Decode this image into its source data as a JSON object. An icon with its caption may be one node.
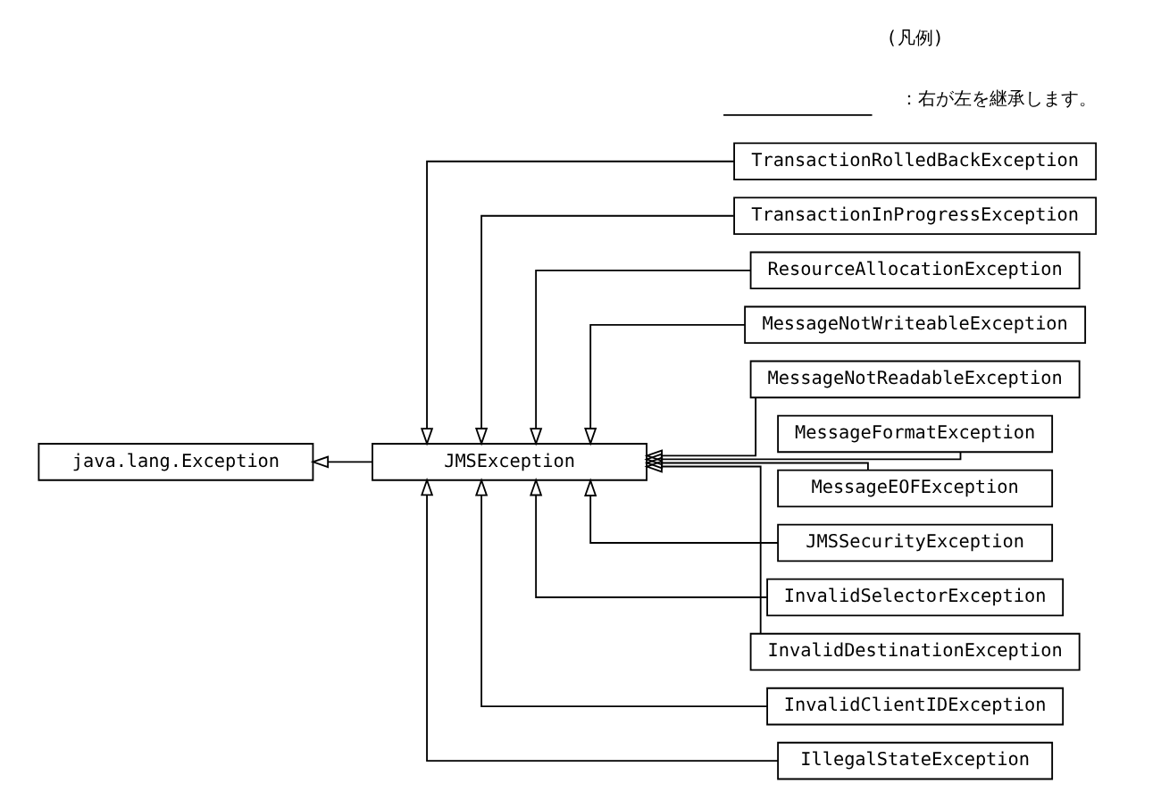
{
  "diagram": {
    "nodes": [
      {
        "text": [
          "java.lang.Exception"
        ]
      },
      {
        "text": [
          "JMSException"
        ]
      },
      {
        "text": [
          "IllegalStateException"
        ]
      },
      {
        "text": [
          "InvalidClientIDException"
        ]
      },
      {
        "text": [
          "InvalidDestinationException"
        ]
      },
      {
        "text": [
          "InvalidSelectorException"
        ]
      },
      {
        "text": [
          "JMSSecurityException"
        ]
      },
      {
        "text": [
          "MessageEOFException"
        ]
      },
      {
        "text": [
          "MessageFormatException"
        ]
      },
      {
        "text": [
          "MessageNotReadableException"
        ]
      },
      {
        "text": [
          "MessageNotWriteableException"
        ]
      },
      {
        "text": [
          "ResourceAllocationException"
        ]
      },
      {
        "text": [
          "TransactionInProgressException"
        ]
      },
      {
        "text": [
          "TransactionRolledBackException"
        ]
      }
    ],
    "edges": [
      {
        "from": 1,
        "to": 0,
        "arrow": "to"
      },
      {
        "from": 2,
        "to": 1,
        "arrow": "to"
      },
      {
        "from": 3,
        "to": 1,
        "arrow": "to"
      },
      {
        "from": 4,
        "to": 1,
        "arrow": "to"
      },
      {
        "from": 5,
        "to": 1,
        "arrow": "to"
      },
      {
        "from": 6,
        "to": 1,
        "arrow": "to"
      },
      {
        "from": 7,
        "to": 1,
        "arrow": "to"
      },
      {
        "from": 8,
        "to": 1,
        "arrow": "to"
      },
      {
        "from": 9,
        "to": 1,
        "arrow": "to"
      },
      {
        "from": 10,
        "to": 1,
        "arrow": "to"
      },
      {
        "from": 11,
        "to": 1,
        "arrow": "to"
      },
      {
        "from": 12,
        "to": 1,
        "arrow": "to"
      },
      {
        "from": 13,
        "to": 1,
        "arrow": "to"
      }
    ],
    "labels": [
      "(凡例)"
    ],
    "legend": [
      {
        "text": "：右が左を継承します。"
      }
    ]
  }
}
